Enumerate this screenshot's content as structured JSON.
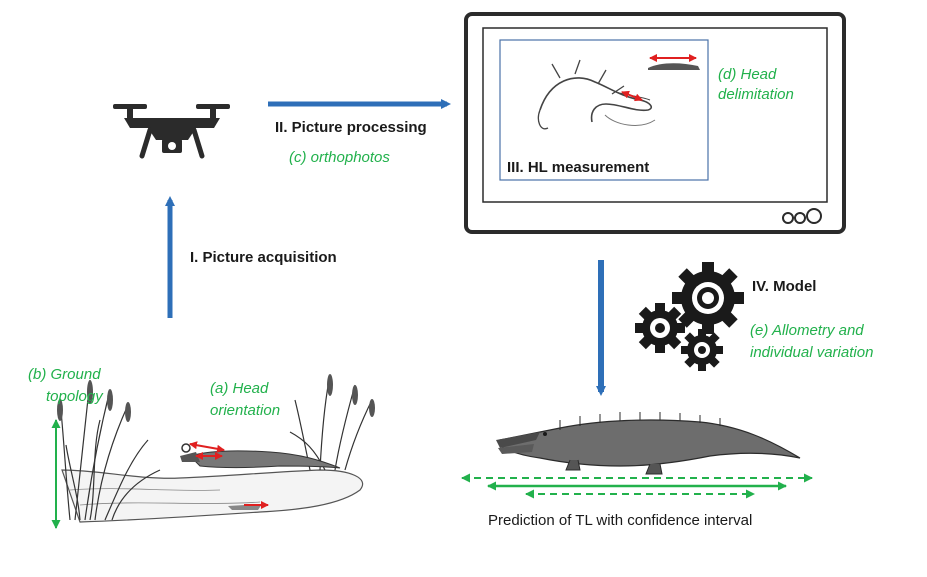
{
  "steps": {
    "acquisition": "I. Picture acquisition",
    "processing": "II. Picture processing",
    "measurement": "III. HL measurement",
    "model": "IV. Model"
  },
  "notes": {
    "head_orientation_1": "(a) Head",
    "head_orientation_2": "orientation",
    "ground_topology_1": "(b) Ground",
    "ground_topology_2": "topology",
    "orthophotos": "(c) orthophotos",
    "head_delimitation_1": "(d) Head",
    "head_delimitation_2": "delimitation",
    "allometry_1": "(e) Allometry and",
    "allometry_2": "individual variation"
  },
  "caption": "Prediction of TL with confidence interval",
  "colors": {
    "flow_arrow": "#2e6fb8",
    "note_text": "#22b14c",
    "measure_arrow": "#e02020",
    "interval": "#22b14c"
  },
  "icons": [
    "drone-icon",
    "monitor-icon",
    "gears-icon",
    "crocodile-illustration"
  ]
}
